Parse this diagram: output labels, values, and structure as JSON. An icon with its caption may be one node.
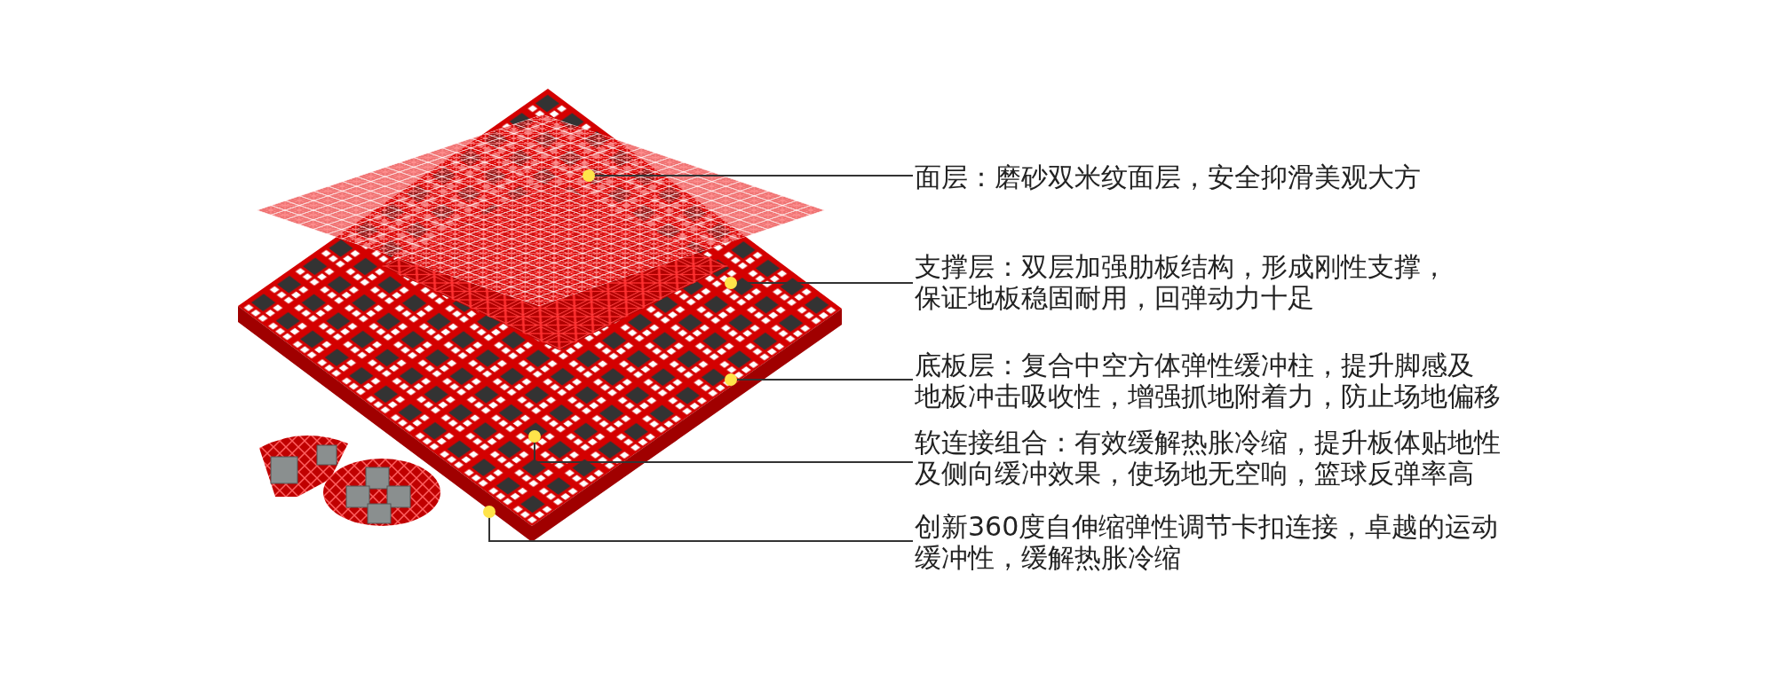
{
  "diagram": {
    "nodes": [
      {
        "text": [
          "面层：磨砂双米纹面层，安全抑滑美观大方"
        ]
      },
      {
        "text": [
          "支撑层：双层加强肋板结构，形成刚性支撑，保证地板稳固耐用，回弹动力十足"
        ]
      },
      {
        "text": [
          "底板层：复合中空方体弹性缓冲柱，提升脚感及地板冲击吸收性，增强抓地附着力，防止场地偏移"
        ]
      },
      {
        "text": [
          "软连接组合：有效缓解热胀冷缩，提升板体贴地性及侧向缓冲效果，使场地无空响，篮球反弹率高"
        ]
      },
      {
        "text": [
          "创新360度自伸缩弹性调节卡扣连接，卓越的运动缓冲性，缓解热胀冷缩"
        ]
      }
    ],
    "edges": [
      {
        "from": 0,
        "to": null,
        "arrow": "other"
      },
      {
        "from": 1,
        "to": null,
        "arrow": "other"
      },
      {
        "from": 2,
        "to": null,
        "arrow": "other"
      },
      {
        "from": 3,
        "to": null,
        "arrow": "other"
      },
      {
        "from": 4,
        "to": null,
        "arrow": "other"
      }
    ]
  }
}
